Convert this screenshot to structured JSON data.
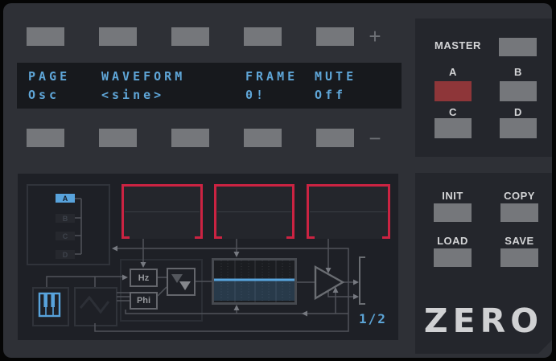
{
  "header": {
    "increment_label": "+",
    "decrement_label": "−"
  },
  "display": {
    "fields": [
      {
        "label": "PAGE",
        "value": "Osc"
      },
      {
        "label": "WAVEFORM",
        "value": "<sine>"
      },
      {
        "label": "FRAME",
        "value": "0!"
      },
      {
        "label": "MUTE",
        "value": "Off"
      }
    ]
  },
  "master_panel": {
    "title": "MASTER",
    "slots": [
      {
        "label": "A",
        "active": true
      },
      {
        "label": "B",
        "active": false
      },
      {
        "label": "C",
        "active": false
      },
      {
        "label": "D",
        "active": false
      }
    ]
  },
  "file_panel": {
    "actions": [
      {
        "label": "INIT"
      },
      {
        "label": "COPY"
      },
      {
        "label": "LOAD"
      },
      {
        "label": "SAVE"
      }
    ],
    "logo": "ZERO"
  },
  "diagram": {
    "selector": {
      "options": [
        "A",
        "B",
        "C",
        "D"
      ],
      "selected": "A"
    },
    "blocks": {
      "freq": "Hz",
      "phase": "Phi"
    },
    "page_indicator": "1/2"
  },
  "colors": {
    "accent_blue": "#58a3dc",
    "scope_red": "#cb2342",
    "active_slot_red": "#8e3639",
    "lcd_text": "#5fa6d8",
    "button_gray": "#75777b"
  }
}
